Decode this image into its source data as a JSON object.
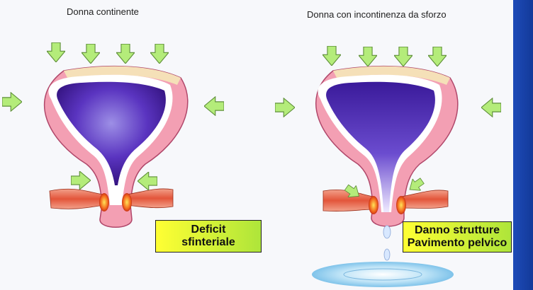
{
  "panels": [
    {
      "title": "Donna continente",
      "label_line1": "Deficit",
      "label_line2": "sfinteriale"
    },
    {
      "title": "Donna con incontinenza da sforzo",
      "label_line1": "Danno strutture",
      "label_line2": "Pavimento pelvico"
    }
  ],
  "colors": {
    "background": "#f7f8fb",
    "border": "#1a3f9e",
    "bladder_wall": "#f3a3b4",
    "bladder_cavity": "#3a1a9a",
    "arrow_fill": "#b4ec7a",
    "muscle": "#e86a4a",
    "label_gradient": [
      "#ffff33",
      "#aee53a"
    ]
  },
  "icons": [
    "arrow-icon",
    "water-drop-icon",
    "puddle-icon"
  ]
}
